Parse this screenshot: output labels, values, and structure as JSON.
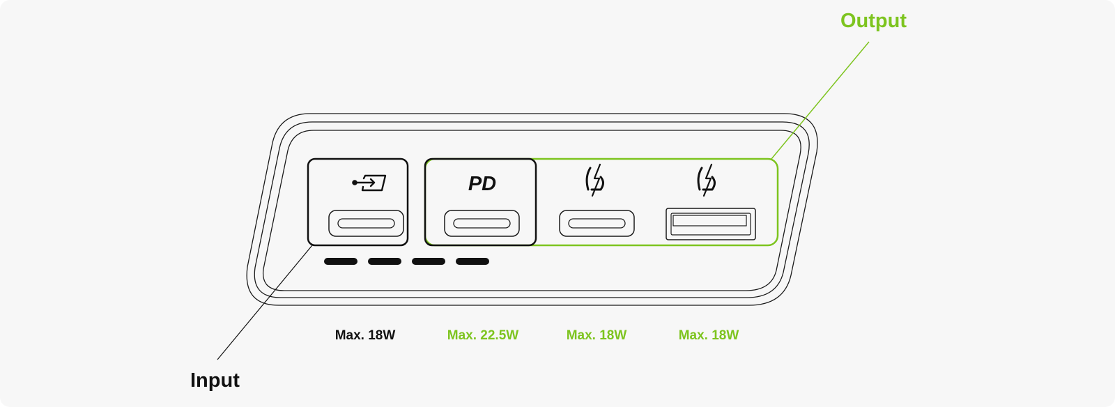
{
  "callouts": {
    "output_label": "Output",
    "input_label": "Input"
  },
  "port_icons": [
    "usb-input-icon",
    "pd-text",
    "fast-charge-icon",
    "fast-charge-icon"
  ],
  "pd_text": "PD",
  "ports": [
    {
      "type": "usb-c",
      "role": "input",
      "wattage": "Max. 18W"
    },
    {
      "type": "usb-c",
      "role": "output",
      "wattage": "Max. 22.5W"
    },
    {
      "type": "usb-c",
      "role": "output",
      "wattage": "Max. 18W"
    },
    {
      "type": "usb-a",
      "role": "output",
      "wattage": "Max. 18W"
    }
  ],
  "led_indicators": 4,
  "colors": {
    "output_accent": "#7dc41f",
    "input_accent": "#111111",
    "outline": "#1a1a1a",
    "background": "#f7f7f7"
  }
}
